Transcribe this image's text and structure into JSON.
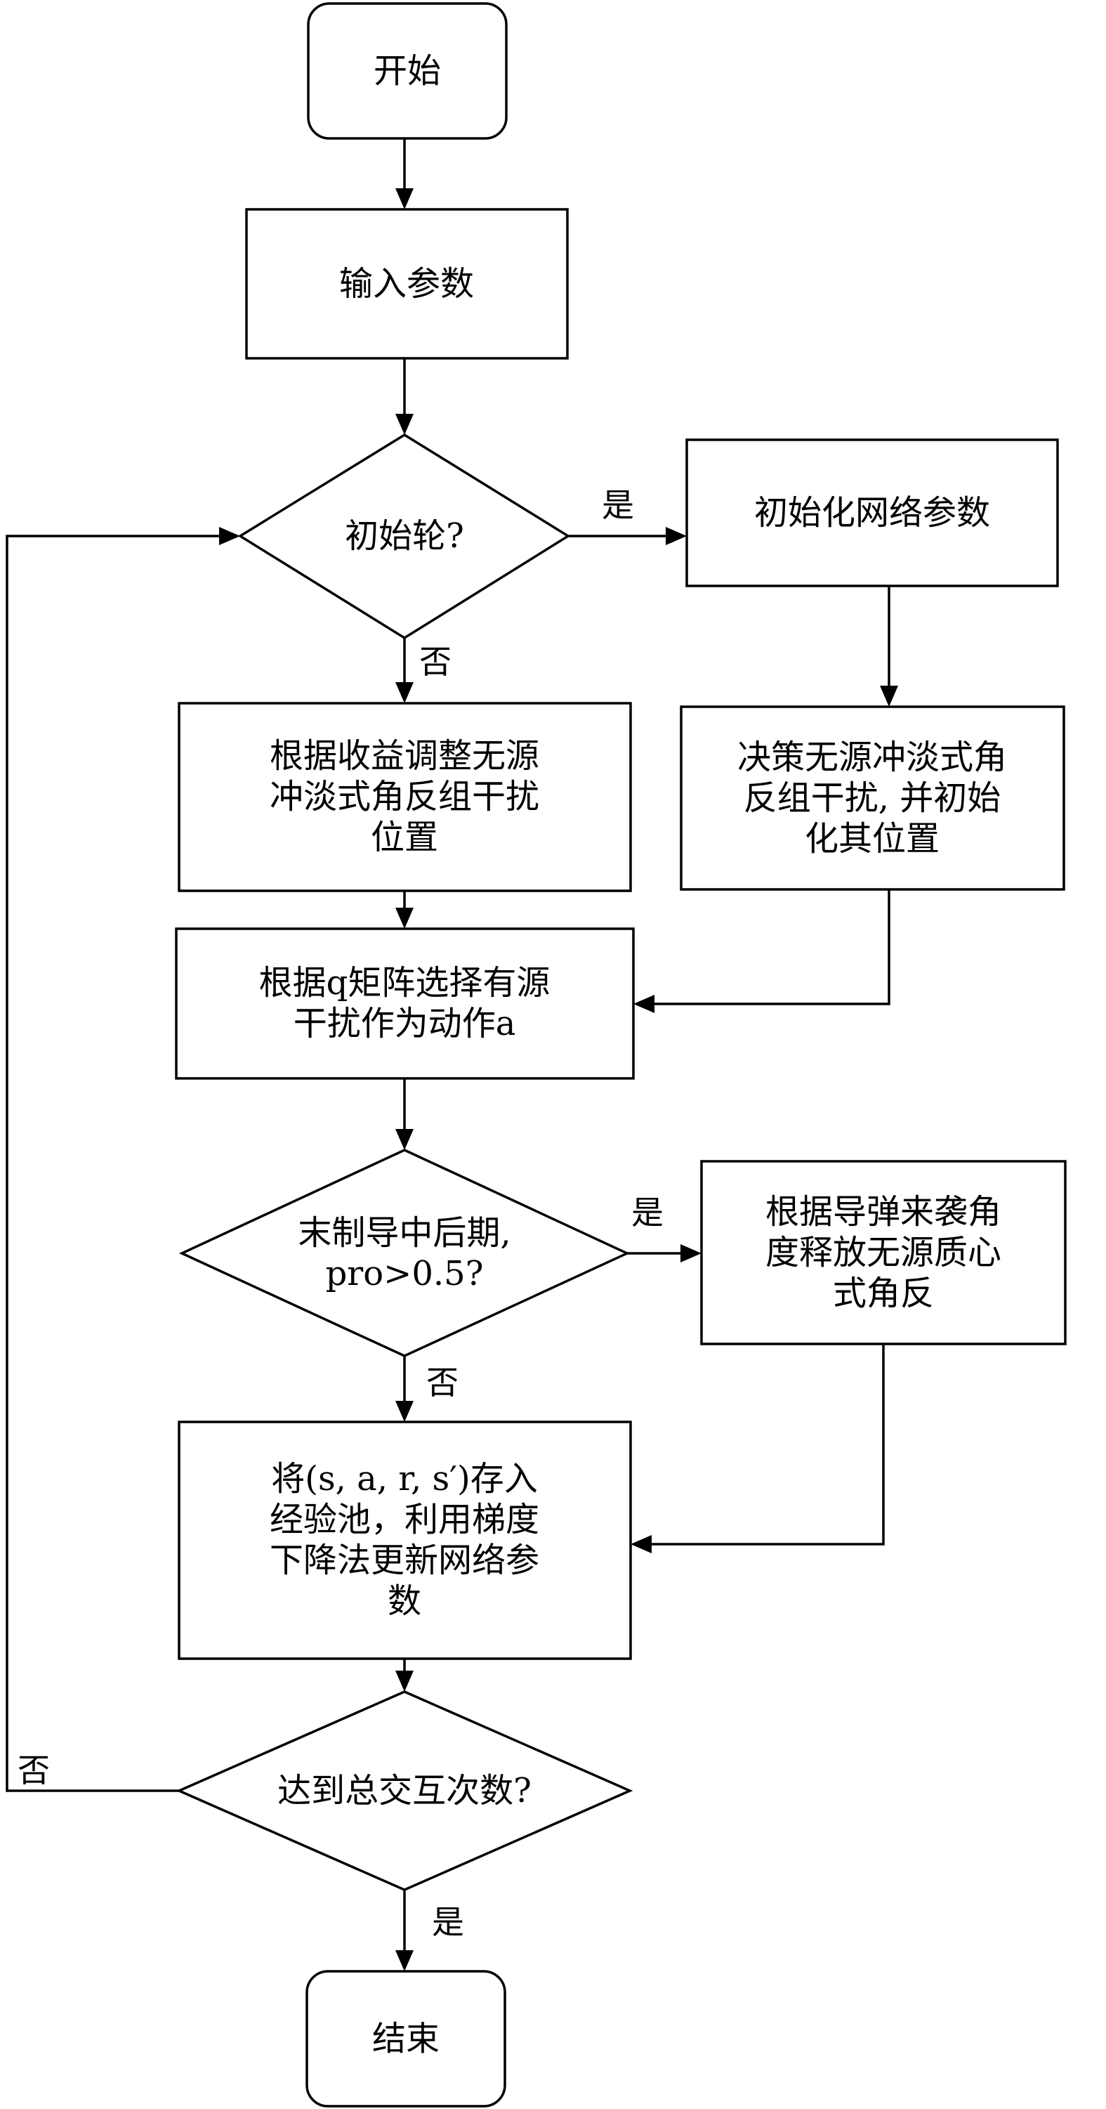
{
  "flowchart": {
    "nodes": {
      "start": {
        "lines": [
          "开始"
        ]
      },
      "input_params": {
        "lines": [
          "输入参数"
        ]
      },
      "first_round": {
        "lines": [
          "初始轮?"
        ]
      },
      "init_network": {
        "lines": [
          "初始化网络参数"
        ]
      },
      "adjust_passive": {
        "lines": [
          "根据收益调整无源",
          "冲淡式角反组干扰",
          "位置"
        ]
      },
      "decide_passive": {
        "lines": [
          "决策无源冲淡式角",
          "反组干扰, 并初始",
          "化其位置"
        ]
      },
      "select_active": {
        "lines": [
          "根据q矩阵选择有源",
          "干扰作为动作a"
        ]
      },
      "late_guidance": {
        "lines": [
          "末制导中后期,",
          "pro>0.5?"
        ]
      },
      "release_centroid": {
        "lines": [
          "根据导弹来袭角",
          "度释放无源质心",
          "式角反"
        ]
      },
      "store_update": {
        "lines": [
          "将(s, a, r, s′)存入",
          "经验池，利用梯度",
          "下降法更新网络参",
          "数"
        ]
      },
      "reach_total": {
        "lines": [
          "达到总交互次数?"
        ]
      },
      "end": {
        "lines": [
          "结束"
        ]
      }
    },
    "edge_labels": {
      "first_round_yes": "是",
      "first_round_no": "否",
      "late_guidance_yes": "是",
      "late_guidance_no": "否",
      "reach_total_no": "否",
      "reach_total_yes": "是"
    }
  }
}
